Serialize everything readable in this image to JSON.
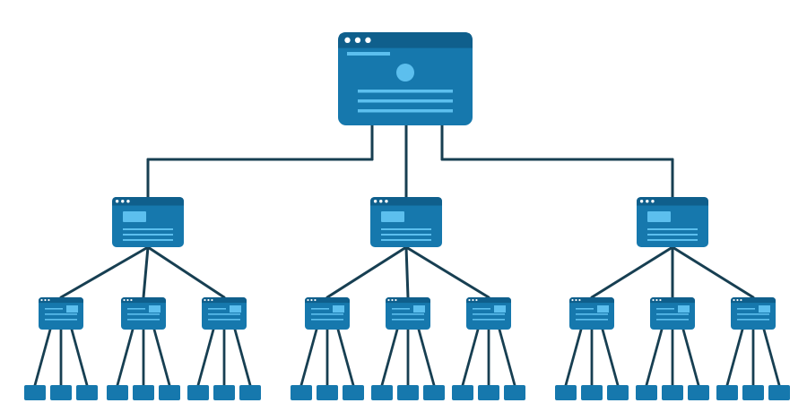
{
  "diagram": {
    "type": "hierarchical site tree",
    "levels": 4,
    "branching": [
      3,
      3,
      3
    ],
    "colors": {
      "page_body": "#1678ad",
      "page_header": "#0f5f8c",
      "accent": "#5cbfee",
      "connector": "#173f52",
      "dots": "#ffffff",
      "background": "#ffffff"
    }
  }
}
